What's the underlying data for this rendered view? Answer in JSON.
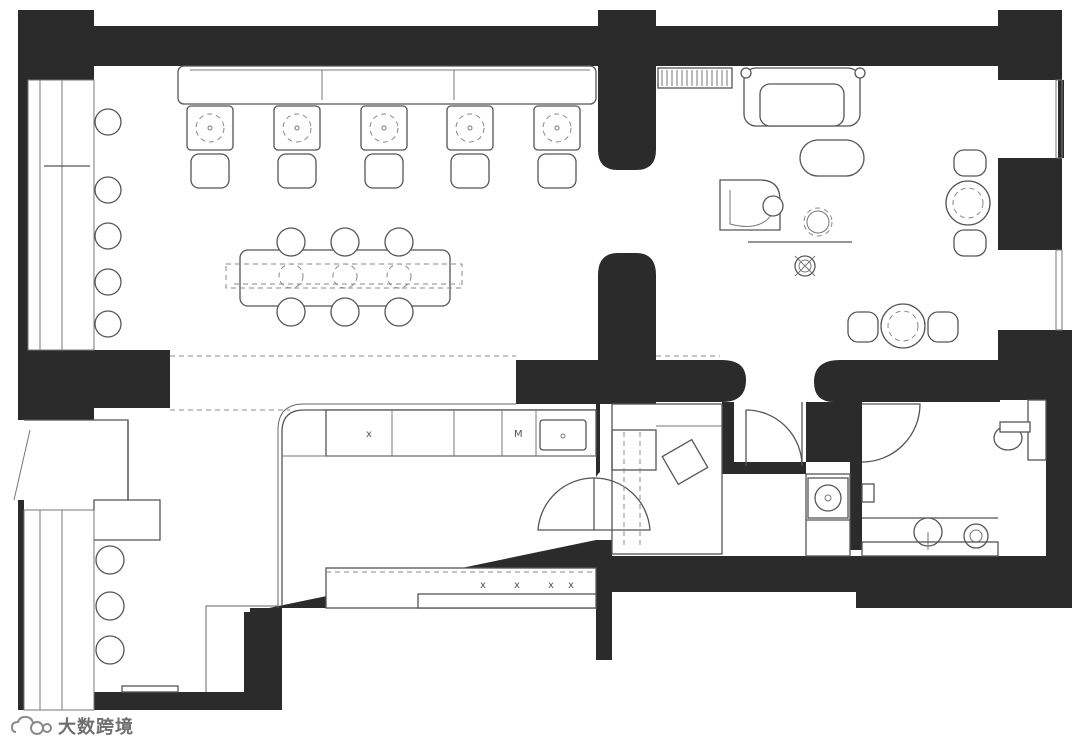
{
  "plan": {
    "wall_color": "#2b2b2b",
    "line_color": "#555555",
    "background": "#ffffff",
    "fixture_marks": {
      "cabinet_x": "x",
      "fridge": "M"
    }
  },
  "watermark": {
    "text": "大数跨境",
    "logo_icon": "cloud-logo-icon"
  }
}
